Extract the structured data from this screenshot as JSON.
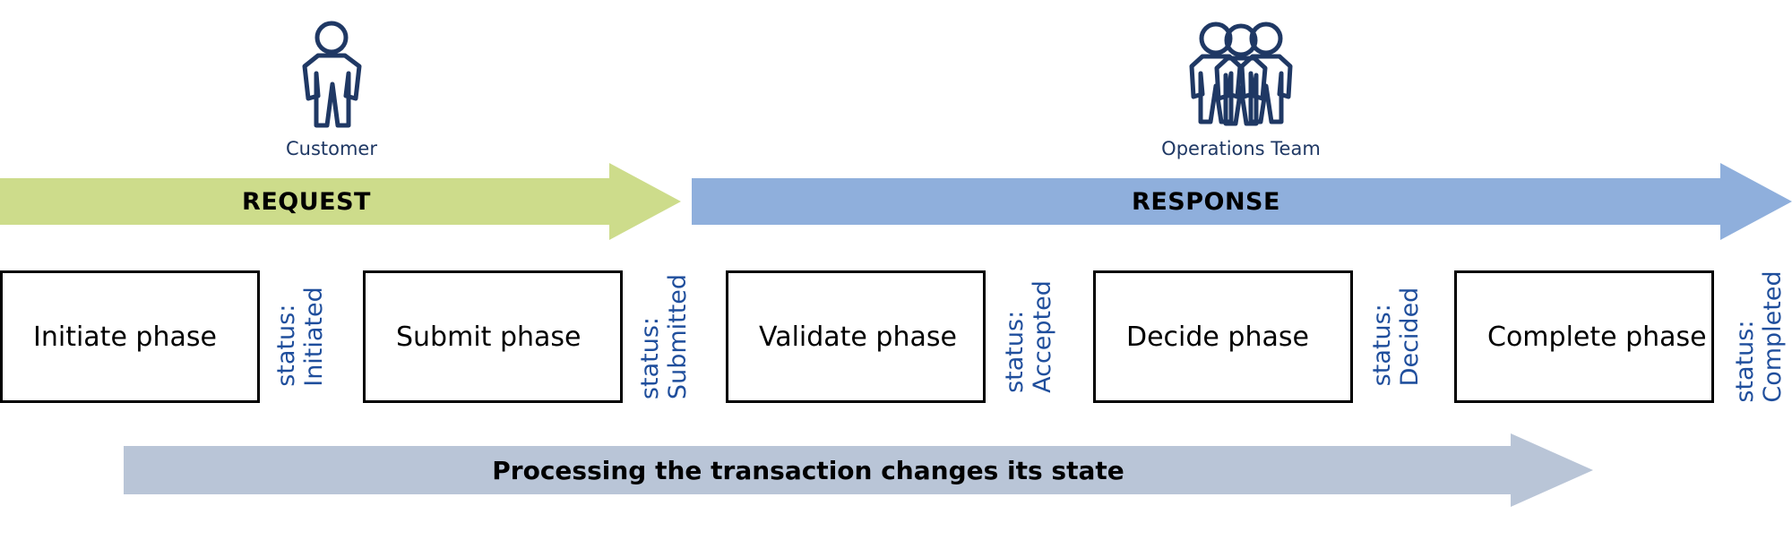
{
  "actors": [
    {
      "icon": "single-person-icon",
      "caption": "Customer"
    },
    {
      "icon": "three-people-icon",
      "caption": "Operations Team"
    }
  ],
  "banners": [
    {
      "label": "REQUEST",
      "color": "#CDDC8B",
      "icon": "right-arrow-shape"
    },
    {
      "label": "RESPONSE",
      "color": "#8FAFDC",
      "icon": "right-arrow-shape"
    }
  ],
  "phases": [
    {
      "label": "Initiate phase"
    },
    {
      "label": "Submit phase"
    },
    {
      "label": "Validate phase"
    },
    {
      "label": "Decide phase"
    },
    {
      "label": "Complete phase"
    }
  ],
  "statuses": [
    {
      "key": "status:",
      "value": "Initiated"
    },
    {
      "key": "status:",
      "value": "Submitted"
    },
    {
      "key": "status:",
      "value": "Accepted"
    },
    {
      "key": "status:",
      "value": "Decided"
    },
    {
      "key": "status:",
      "value": "Completed"
    }
  ],
  "bottom_arrow": {
    "label": "Processing the transaction changes its state",
    "color": "#B9C5D7",
    "icon": "right-arrow-shape"
  },
  "colors": {
    "request_arrow": "#CDDC8B",
    "response_arrow": "#8FAFDC",
    "bottom_arrow": "#B9C5D7",
    "status_text": "#1F4E9C",
    "actor_icon": "#1F3864",
    "box_border": "#000000"
  }
}
